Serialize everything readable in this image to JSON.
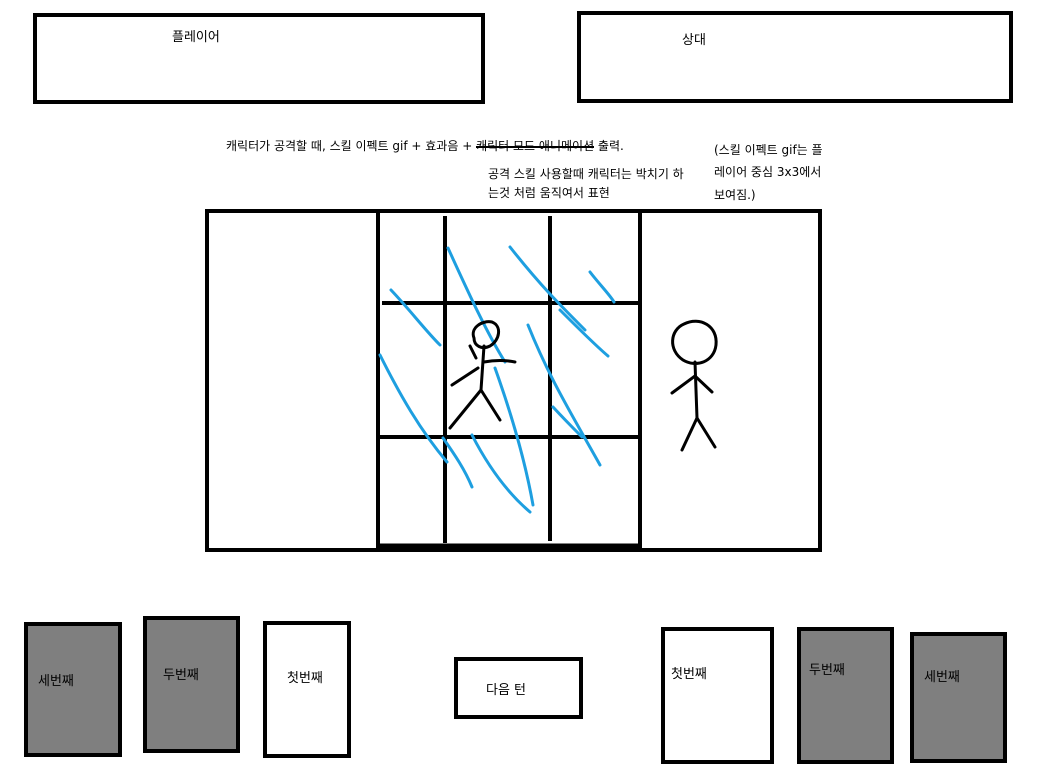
{
  "panels": {
    "player_label": "플레이어",
    "opponent_label": "상대"
  },
  "notes": {
    "line1_start": "캐릭터가 공격할 때,  스킬 이펙트 gif + 효과음 + ",
    "line1_struck": "캐릭터 모드 애니메이션",
    "line1_end": " 출력.",
    "line2a": "공격 스킬 사용할때 캐릭터는 박치기 하",
    "line2b": "는것 처럼 움직여서 표현",
    "side_a": "(스킬 이펙트 gif는 플",
    "side_b": "레이어 중심 3x3에서",
    "side_c": "보여짐.)"
  },
  "player_cards": [
    "세번째",
    "두번째",
    "첫번째"
  ],
  "opponent_cards": [
    "첫번째",
    "두번째",
    "세번째"
  ],
  "next_turn_label": "다음 턴",
  "colors": {
    "effect_stroke": "#1e9fe0",
    "card_filled": "#7f7f7f",
    "card_empty": "#ffffff",
    "line": "#000000"
  },
  "icons": {
    "player_figure": "stick-figure-attacking",
    "opponent_figure": "stick-figure-standing",
    "skill_effect": "slash-effect-lines"
  }
}
